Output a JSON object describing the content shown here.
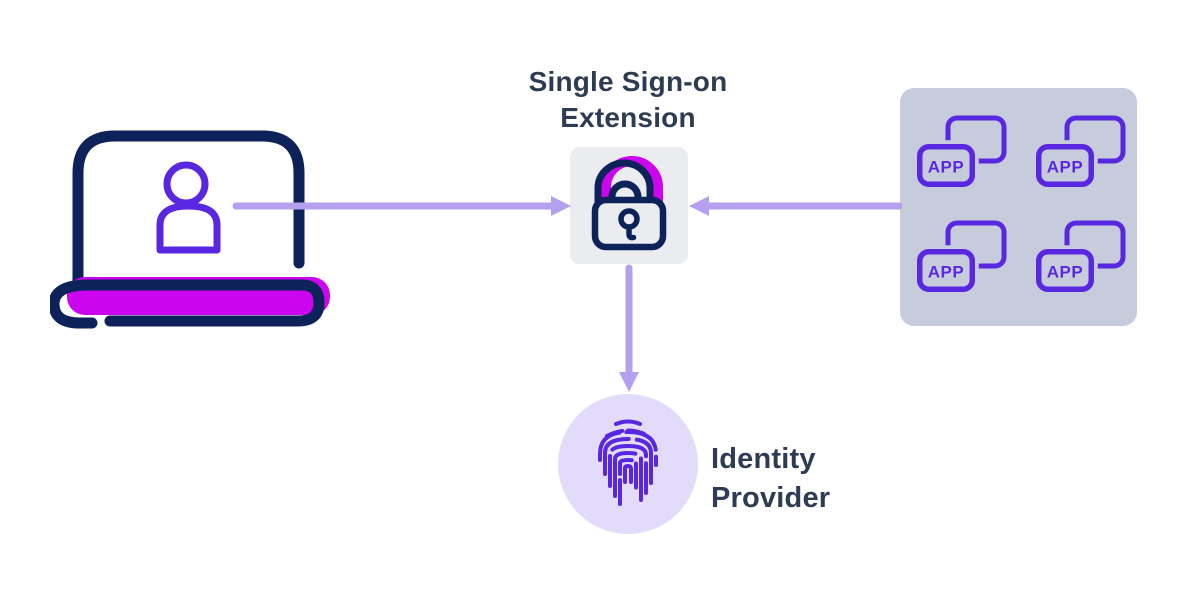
{
  "nodes": {
    "device": {
      "icon": "laptop-user-icon"
    },
    "sso": {
      "label": "Single Sign-on\nExtension",
      "icon": "padlock-icon"
    },
    "apps": {
      "icon": "app-window-icon",
      "items": [
        {
          "label": "APP"
        },
        {
          "label": "APP"
        },
        {
          "label": "APP"
        },
        {
          "label": "APP"
        }
      ]
    },
    "identity_provider": {
      "label": "Identity\nProvider",
      "icon": "fingerprint-icon"
    }
  },
  "connections": [
    {
      "from": "device",
      "to": "sso",
      "direction": "right"
    },
    {
      "from": "apps",
      "to": "sso",
      "direction": "left"
    },
    {
      "from": "sso",
      "to": "identity_provider",
      "direction": "down"
    }
  ],
  "colors": {
    "navy": "#0d2259",
    "violet": "#5a27e0",
    "magenta": "#cb05ee",
    "arrow": "#b4a0ee",
    "sso_box_bg": "#ebecf0",
    "apps_panel_bg": "#c7ccdd",
    "identity_circle_bg": "#e2dcfa",
    "label_text": "#2d3c52",
    "background": "#ffffff"
  }
}
